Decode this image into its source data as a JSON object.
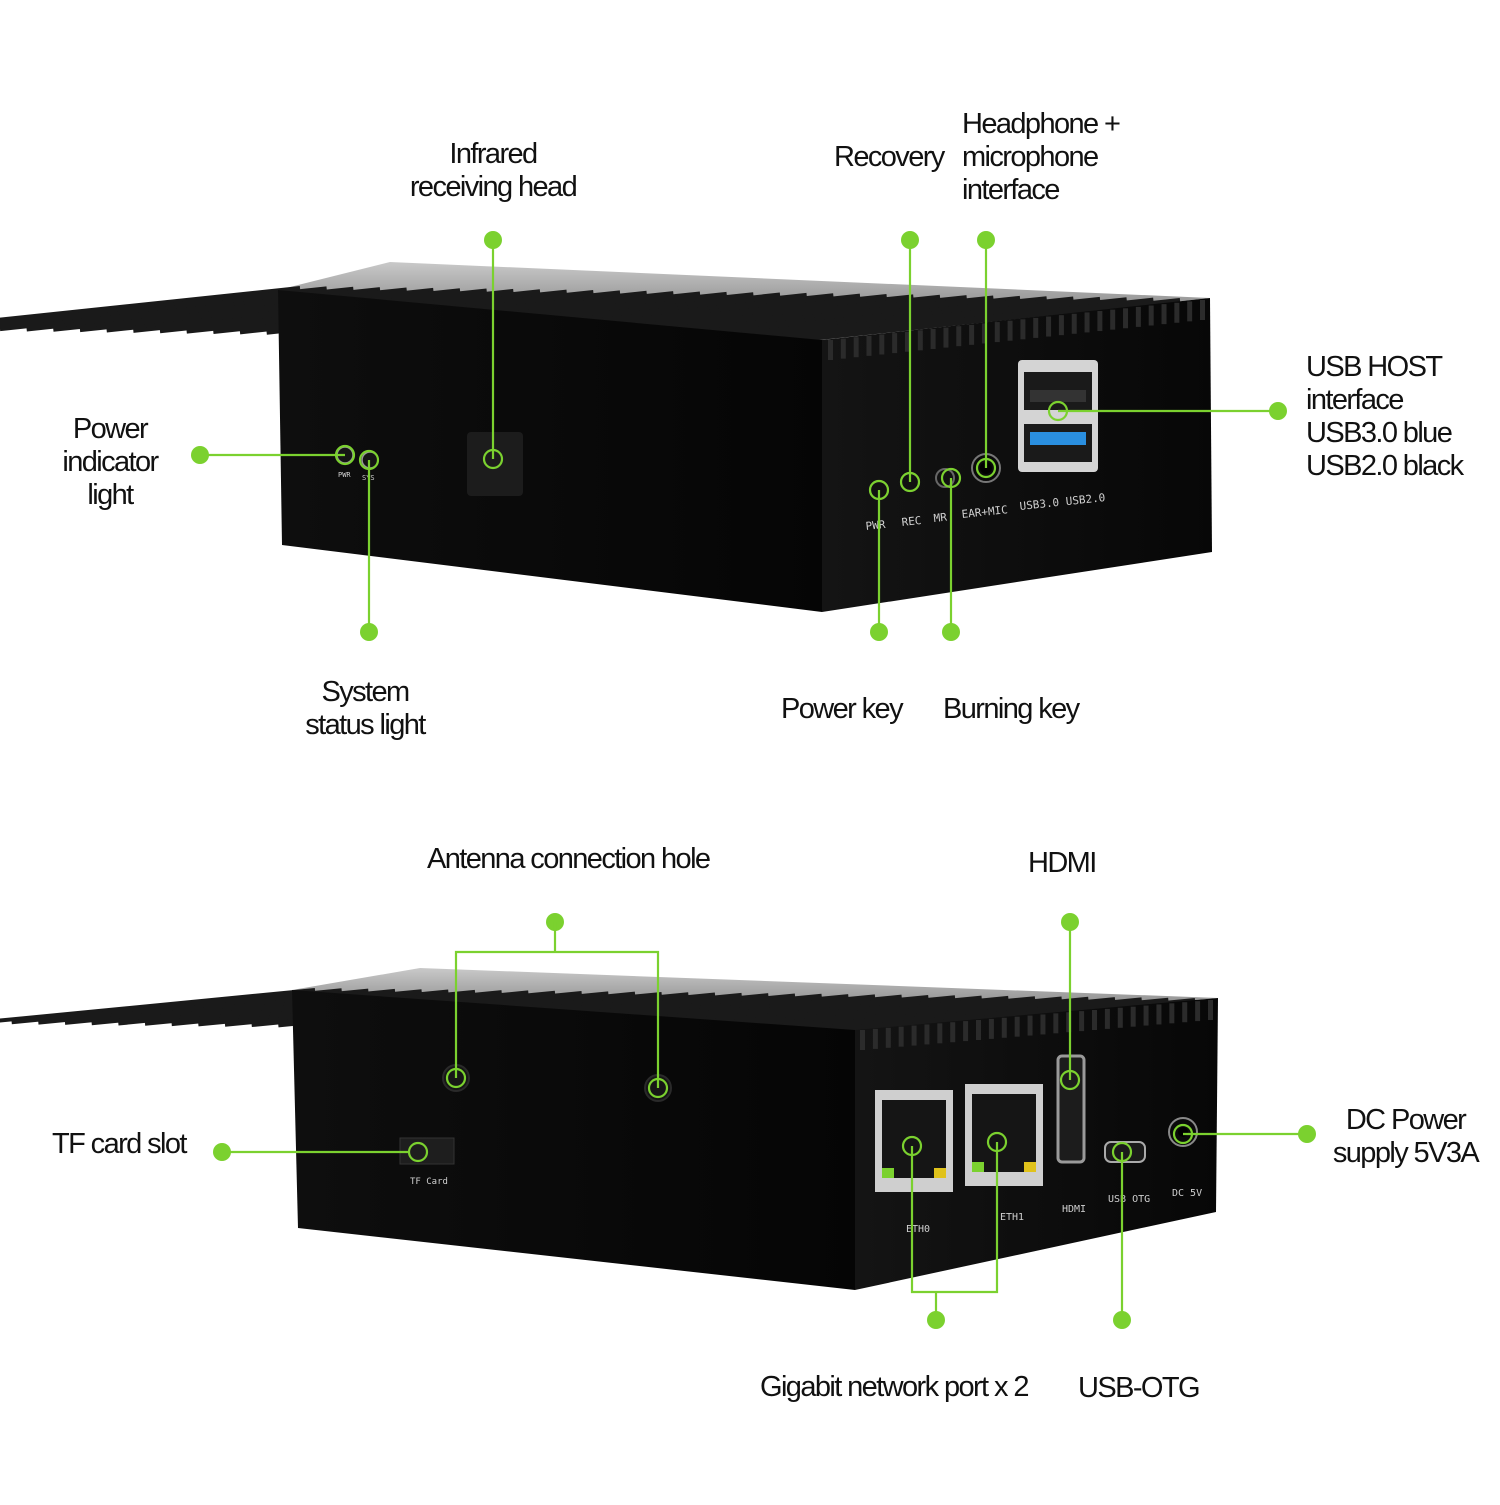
{
  "colors": {
    "accent": "#7bd12f",
    "case": "#0b0b0b",
    "label_text": "#111111"
  },
  "top_device": {
    "labels": {
      "infrared": [
        "Infrared",
        "receiving head"
      ],
      "recovery": [
        "Recovery"
      ],
      "headphone": [
        "Headphone +",
        "microphone",
        "interface"
      ],
      "usb_host": [
        "USB HOST",
        "interface",
        "USB3.0 blue",
        "USB2.0 black"
      ],
      "power_indicator": [
        "Power",
        "indicator",
        "light"
      ],
      "system_status": [
        "System",
        "status light"
      ],
      "power_key": [
        "Power key"
      ],
      "burning_key": [
        "Burning key"
      ]
    },
    "silkscreen": {
      "pwr_led": "PWR",
      "sys_led": "SYS",
      "pwr": "PWR",
      "rec": "REC",
      "mr": "MR",
      "ear_mic": "EAR+MIC",
      "usb": "USB3.0 USB2.0"
    }
  },
  "bottom_device": {
    "labels": {
      "antenna": [
        "Antenna connection hole"
      ],
      "hdmi": [
        "HDMI"
      ],
      "tf_card": [
        "TF card slot"
      ],
      "dc_power": [
        "DC Power",
        "supply 5V3A"
      ],
      "gigabit": [
        "Gigabit network port x 2"
      ],
      "usb_otg": [
        "USB-OTG"
      ]
    },
    "silkscreen": {
      "tf": "TF Card",
      "eth0": "ETH0",
      "eth1": "ETH1",
      "hdmi": "HDMI",
      "usb_otg": "USB OTG",
      "dc": "DC 5V"
    }
  }
}
